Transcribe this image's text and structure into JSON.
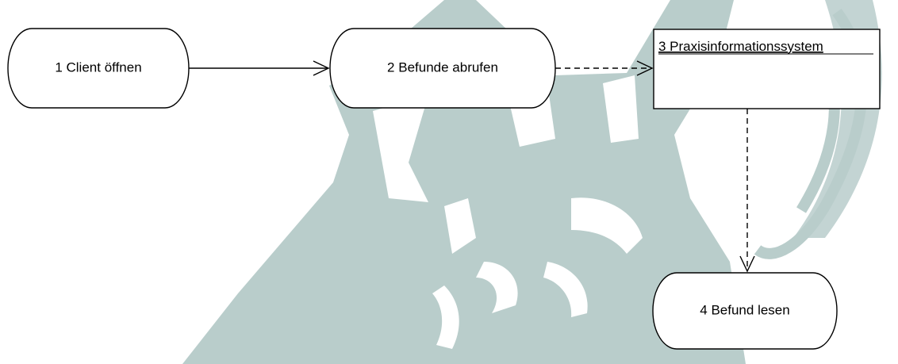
{
  "diagram": {
    "nodes": {
      "client": {
        "label": "1 Client öffnen",
        "shape": "activity"
      },
      "befunde": {
        "label": "2 Befunde abrufen",
        "shape": "activity"
      },
      "pis": {
        "label": "3 Praxisinformationssystem",
        "shape": "object"
      },
      "lesen": {
        "label": "4 Befund lesen",
        "shape": "activity"
      }
    },
    "edges": [
      {
        "from": "client",
        "to": "befunde",
        "style": "solid"
      },
      {
        "from": "befunde",
        "to": "pis",
        "style": "dashed"
      },
      {
        "from": "pis",
        "to": "lesen",
        "style": "dashed"
      }
    ],
    "watermark": {
      "description": "king-head-watermark",
      "color": "#b9cdcb"
    },
    "colors": {
      "stroke": "#000000",
      "fill": "#ffffff"
    }
  }
}
